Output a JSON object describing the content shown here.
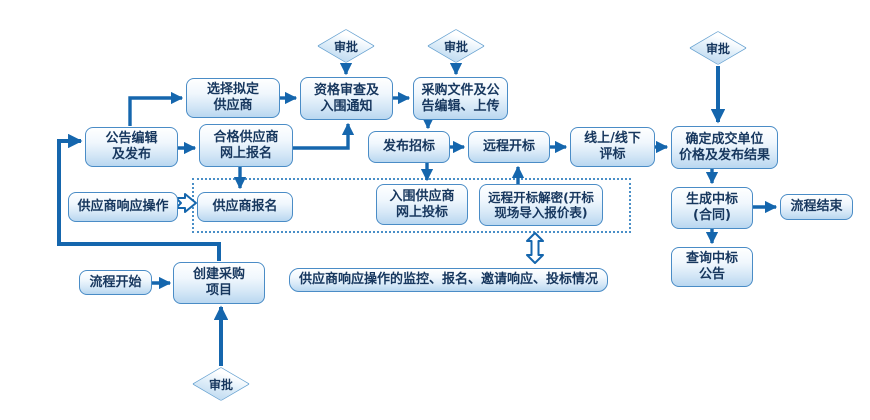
{
  "colors": {
    "arrow": "#1566ad",
    "node_border": "#4a8cc6",
    "node_fill_bottom": "#b9d7f0",
    "node_text": "#17375e",
    "dotted_border": "#4a8fc7"
  },
  "approval_label": "审批",
  "nodes": {
    "process_start": {
      "label": "流程开始"
    },
    "create_project": {
      "label": "创建采购\n项目"
    },
    "announce_edit": {
      "label": "公告编辑\n及发布"
    },
    "select_supplier": {
      "label": "选择拟定\n供应商"
    },
    "qualified_signup": {
      "label": "合格供应商\n网上报名"
    },
    "qualification_review": {
      "label": "资格审查及\n入围通知"
    },
    "procurement_docs": {
      "label": "采购文件及公\n告编辑、上传"
    },
    "publish_bidding": {
      "label": "发布招标"
    },
    "remote_bid_opening": {
      "label": "远程开标"
    },
    "evaluation": {
      "label": "线上/线下\n评标"
    },
    "confirm_result": {
      "label": "确定成交单位\n价格及发布结果"
    },
    "generate_award": {
      "label": "生成中标\n(合同)"
    },
    "process_end": {
      "label": "流程结束"
    },
    "query_announcement": {
      "label": "查询中标\n公告"
    },
    "supplier_response": {
      "label": "供应商响应操作"
    },
    "supplier_signup": {
      "label": "供应商报名"
    },
    "shortlisted_bidding": {
      "label": "入围供应商\n网上投标"
    },
    "remote_decrypt": {
      "label": "远程开标解密(开标\n现场导入报价表)"
    },
    "monitor_bar": {
      "label": "供应商响应操作的监控、报名、邀请响应、投标情况"
    }
  }
}
